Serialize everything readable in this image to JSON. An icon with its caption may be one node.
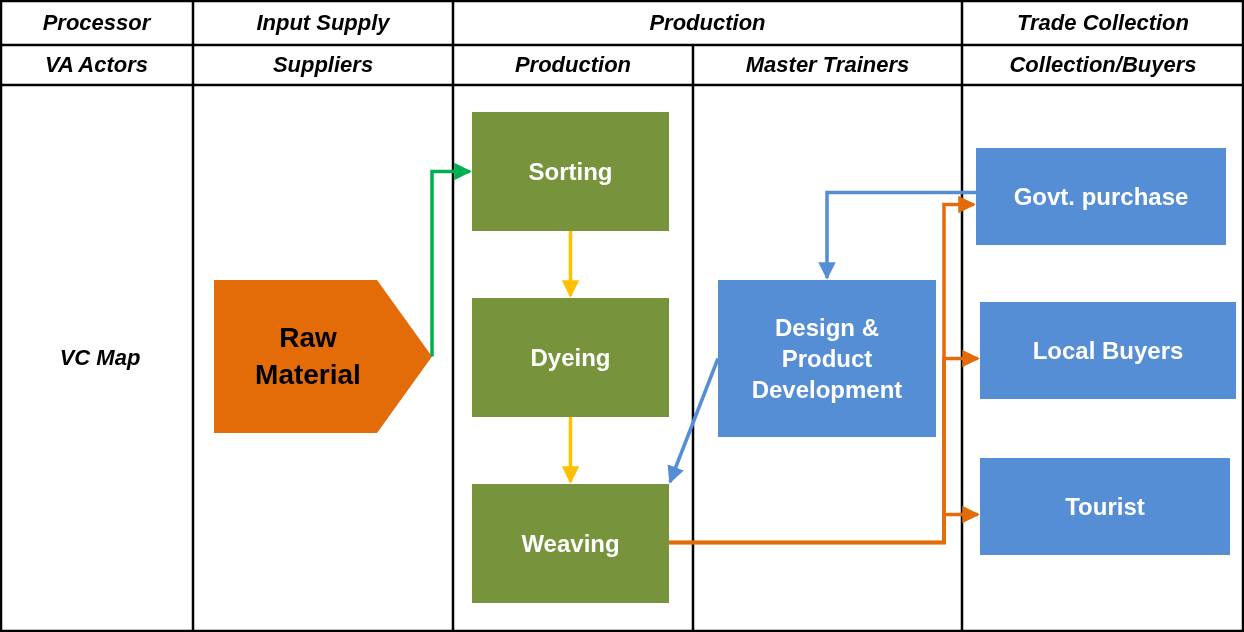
{
  "diagram": {
    "nodes": [
      {
        "text": [
          "Raw Material"
        ]
      },
      {
        "text": [
          "Sorting"
        ]
      },
      {
        "text": [
          "Dyeing"
        ]
      },
      {
        "text": [
          "Weaving"
        ]
      },
      {
        "text": [
          "Design & Product Development"
        ]
      },
      {
        "text": [
          "Govt. purchase"
        ]
      },
      {
        "text": [
          "Local Buyers"
        ]
      },
      {
        "text": [
          "Tourist"
        ]
      }
    ],
    "edges": [
      {
        "from": 0,
        "to": 1,
        "arrow": "to",
        "color": "#00b050"
      },
      {
        "from": 1,
        "to": 2,
        "arrow": "to",
        "color": "#ffc000"
      },
      {
        "from": 2,
        "to": 3,
        "arrow": "to",
        "color": "#ffc000"
      },
      {
        "from": 5,
        "to": 4,
        "arrow": "to",
        "color": "#558ed5"
      },
      {
        "from": 4,
        "to": 3,
        "arrow": "to",
        "color": "#558ed5"
      },
      {
        "from": 3,
        "to": 5,
        "arrow": "to",
        "color": "#e36c09"
      },
      {
        "from": 3,
        "to": 6,
        "arrow": "to",
        "color": "#e36c09"
      },
      {
        "from": 3,
        "to": 7,
        "arrow": "to",
        "color": "#e36c09"
      }
    ],
    "labels": [
      "Processor",
      "Input Supply",
      "Production",
      "Trade Collection",
      "VA Actors",
      "Suppliers",
      "Production",
      "Master Trainers",
      "Collection/Buyers",
      "VC Map"
    ]
  }
}
